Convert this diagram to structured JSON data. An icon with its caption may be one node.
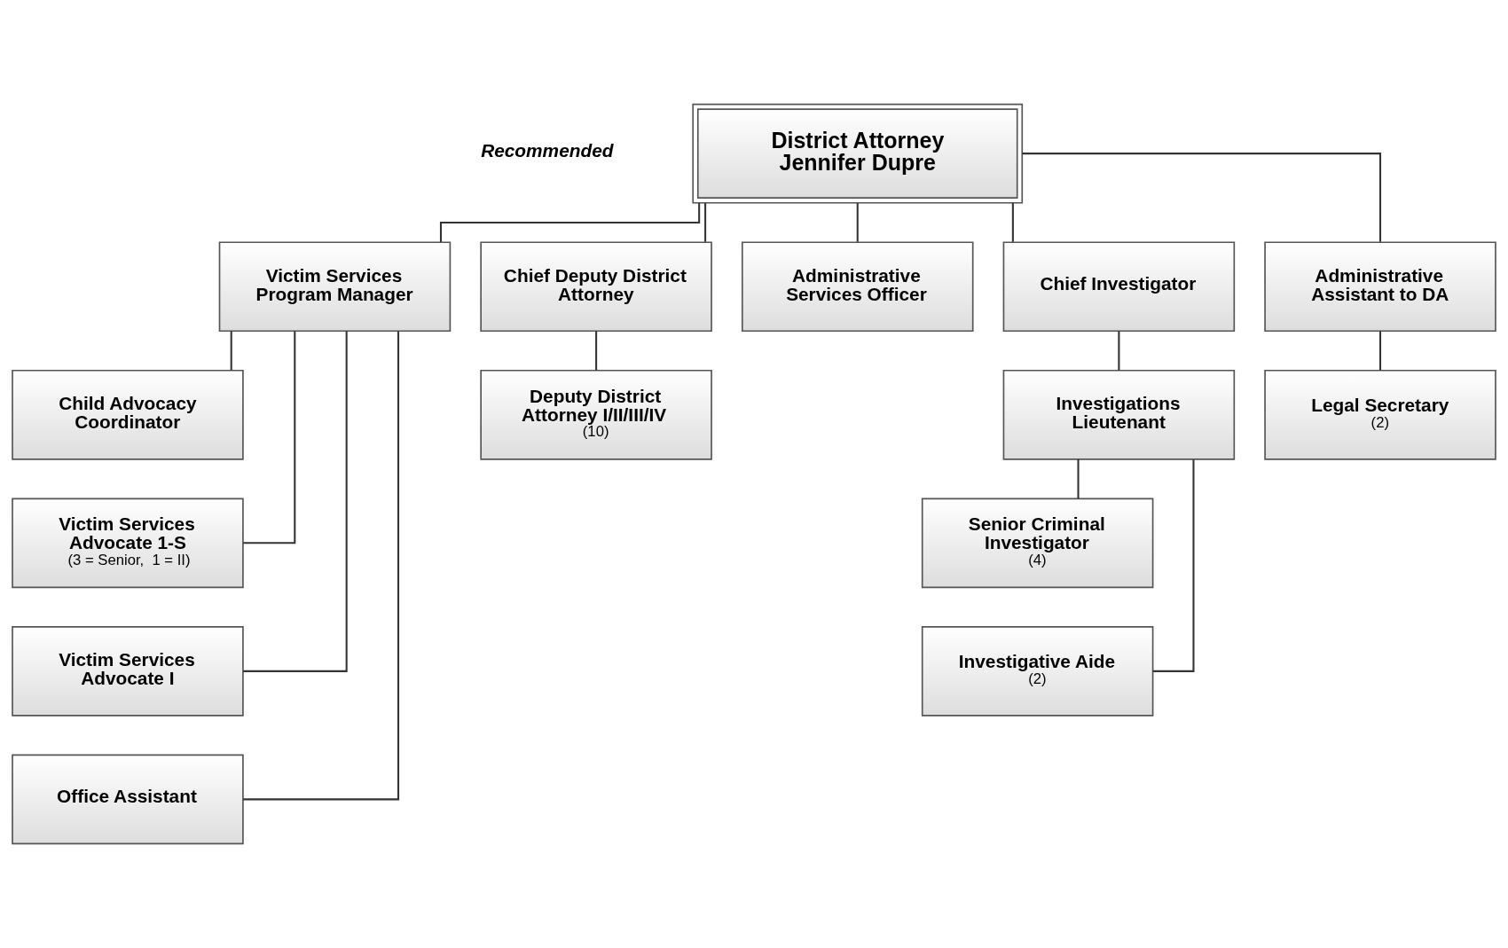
{
  "diagram": {
    "nodes": [
      {
        "text": [
          "District Attorney",
          "Jennifer Dupre"
        ]
      },
      {
        "text": [
          "Victim Services Program Manager"
        ]
      },
      {
        "text": [
          "Chief Deputy District Attorney"
        ]
      },
      {
        "text": [
          "Administrative Services Officer"
        ]
      },
      {
        "text": [
          "Chief Investigator"
        ]
      },
      {
        "text": [
          "Administrative Assistant to DA"
        ]
      },
      {
        "text": [
          "Child Advocacy Coordinator"
        ]
      },
      {
        "text": [
          "Victim Services Advocate 1-S",
          "(3 = Senior,  1 = II)"
        ]
      },
      {
        "text": [
          "Victim Services Advocate I"
        ]
      },
      {
        "text": [
          "Office Assistant"
        ]
      },
      {
        "text": [
          "Deputy District Attorney I/II/III/IV",
          "(10)"
        ]
      },
      {
        "text": [
          "Investigations Lieutenant"
        ]
      },
      {
        "text": [
          "Senior Criminal Investigator",
          "(4)"
        ]
      },
      {
        "text": [
          "Investigative Aide",
          "(2)"
        ]
      },
      {
        "text": [
          "Legal Secretary",
          "(2)"
        ]
      }
    ],
    "edges": [
      {
        "from": 0,
        "to": 1,
        "arrow": "none"
      },
      {
        "from": 0,
        "to": 2,
        "arrow": "none"
      },
      {
        "from": 0,
        "to": 3,
        "arrow": "none"
      },
      {
        "from": 0,
        "to": 4,
        "arrow": "none"
      },
      {
        "from": 0,
        "to": 5,
        "arrow": "none"
      },
      {
        "from": 1,
        "to": 6,
        "arrow": "none"
      },
      {
        "from": 1,
        "to": 7,
        "arrow": "none"
      },
      {
        "from": 1,
        "to": 8,
        "arrow": "none"
      },
      {
        "from": 1,
        "to": 9,
        "arrow": "none"
      },
      {
        "from": 2,
        "to": 10,
        "arrow": "none"
      },
      {
        "from": 4,
        "to": 11,
        "arrow": "none"
      },
      {
        "from": 11,
        "to": 12,
        "arrow": "none"
      },
      {
        "from": 11,
        "to": 13,
        "arrow": "none"
      },
      {
        "from": 5,
        "to": 14,
        "arrow": "none"
      }
    ],
    "labels": [
      "Recommended"
    ]
  }
}
